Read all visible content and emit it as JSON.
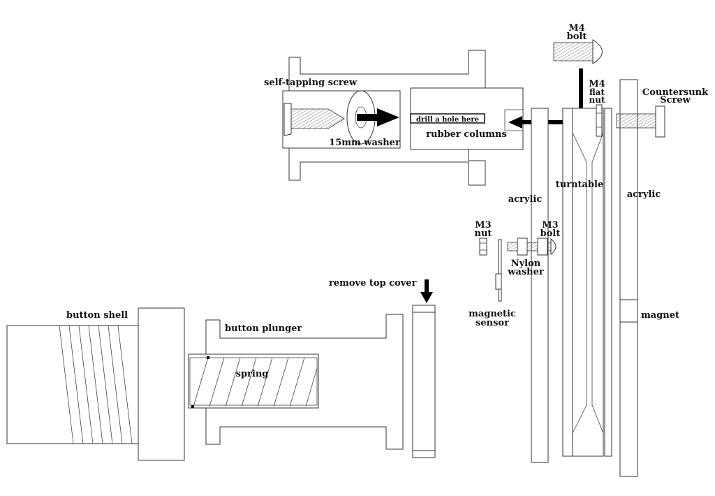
{
  "labels": {
    "m4_bolt_line1": "M4",
    "m4_bolt_line2": "bolt",
    "self_tapping_screw": "self-tapping screw",
    "m4_flat_nut_line1": "M4",
    "m4_flat_nut_line2": "flat",
    "m4_flat_nut_line3": "nut",
    "countersunk_line1": "Countersunk",
    "countersunk_line2": "Screw",
    "drill_hole": "drill a hole here",
    "rubber_columns": "rubber columns",
    "washer_15mm": "15mm washer",
    "turntable": "turntable",
    "acrylic_left": "acrylic",
    "acrylic_right": "acrylic",
    "m3_nut_line1": "M3",
    "m3_nut_line2": "nut",
    "m3_bolt_line1": "M3",
    "m3_bolt_line2": "bolt",
    "nylon_washer_line1": "Nylon",
    "nylon_washer_line2": "washer",
    "remove_top_cover": "remove top cover",
    "magnetic_sensor_line1": "magnetic",
    "magnetic_sensor_line2": "sensor",
    "magnet": "magnet",
    "button_shell": "button shell",
    "button_plunger": "button plunger",
    "spring": "spring"
  },
  "colors": {
    "stroke": "#333333",
    "arrow": "#000000",
    "background": "#ffffff"
  }
}
